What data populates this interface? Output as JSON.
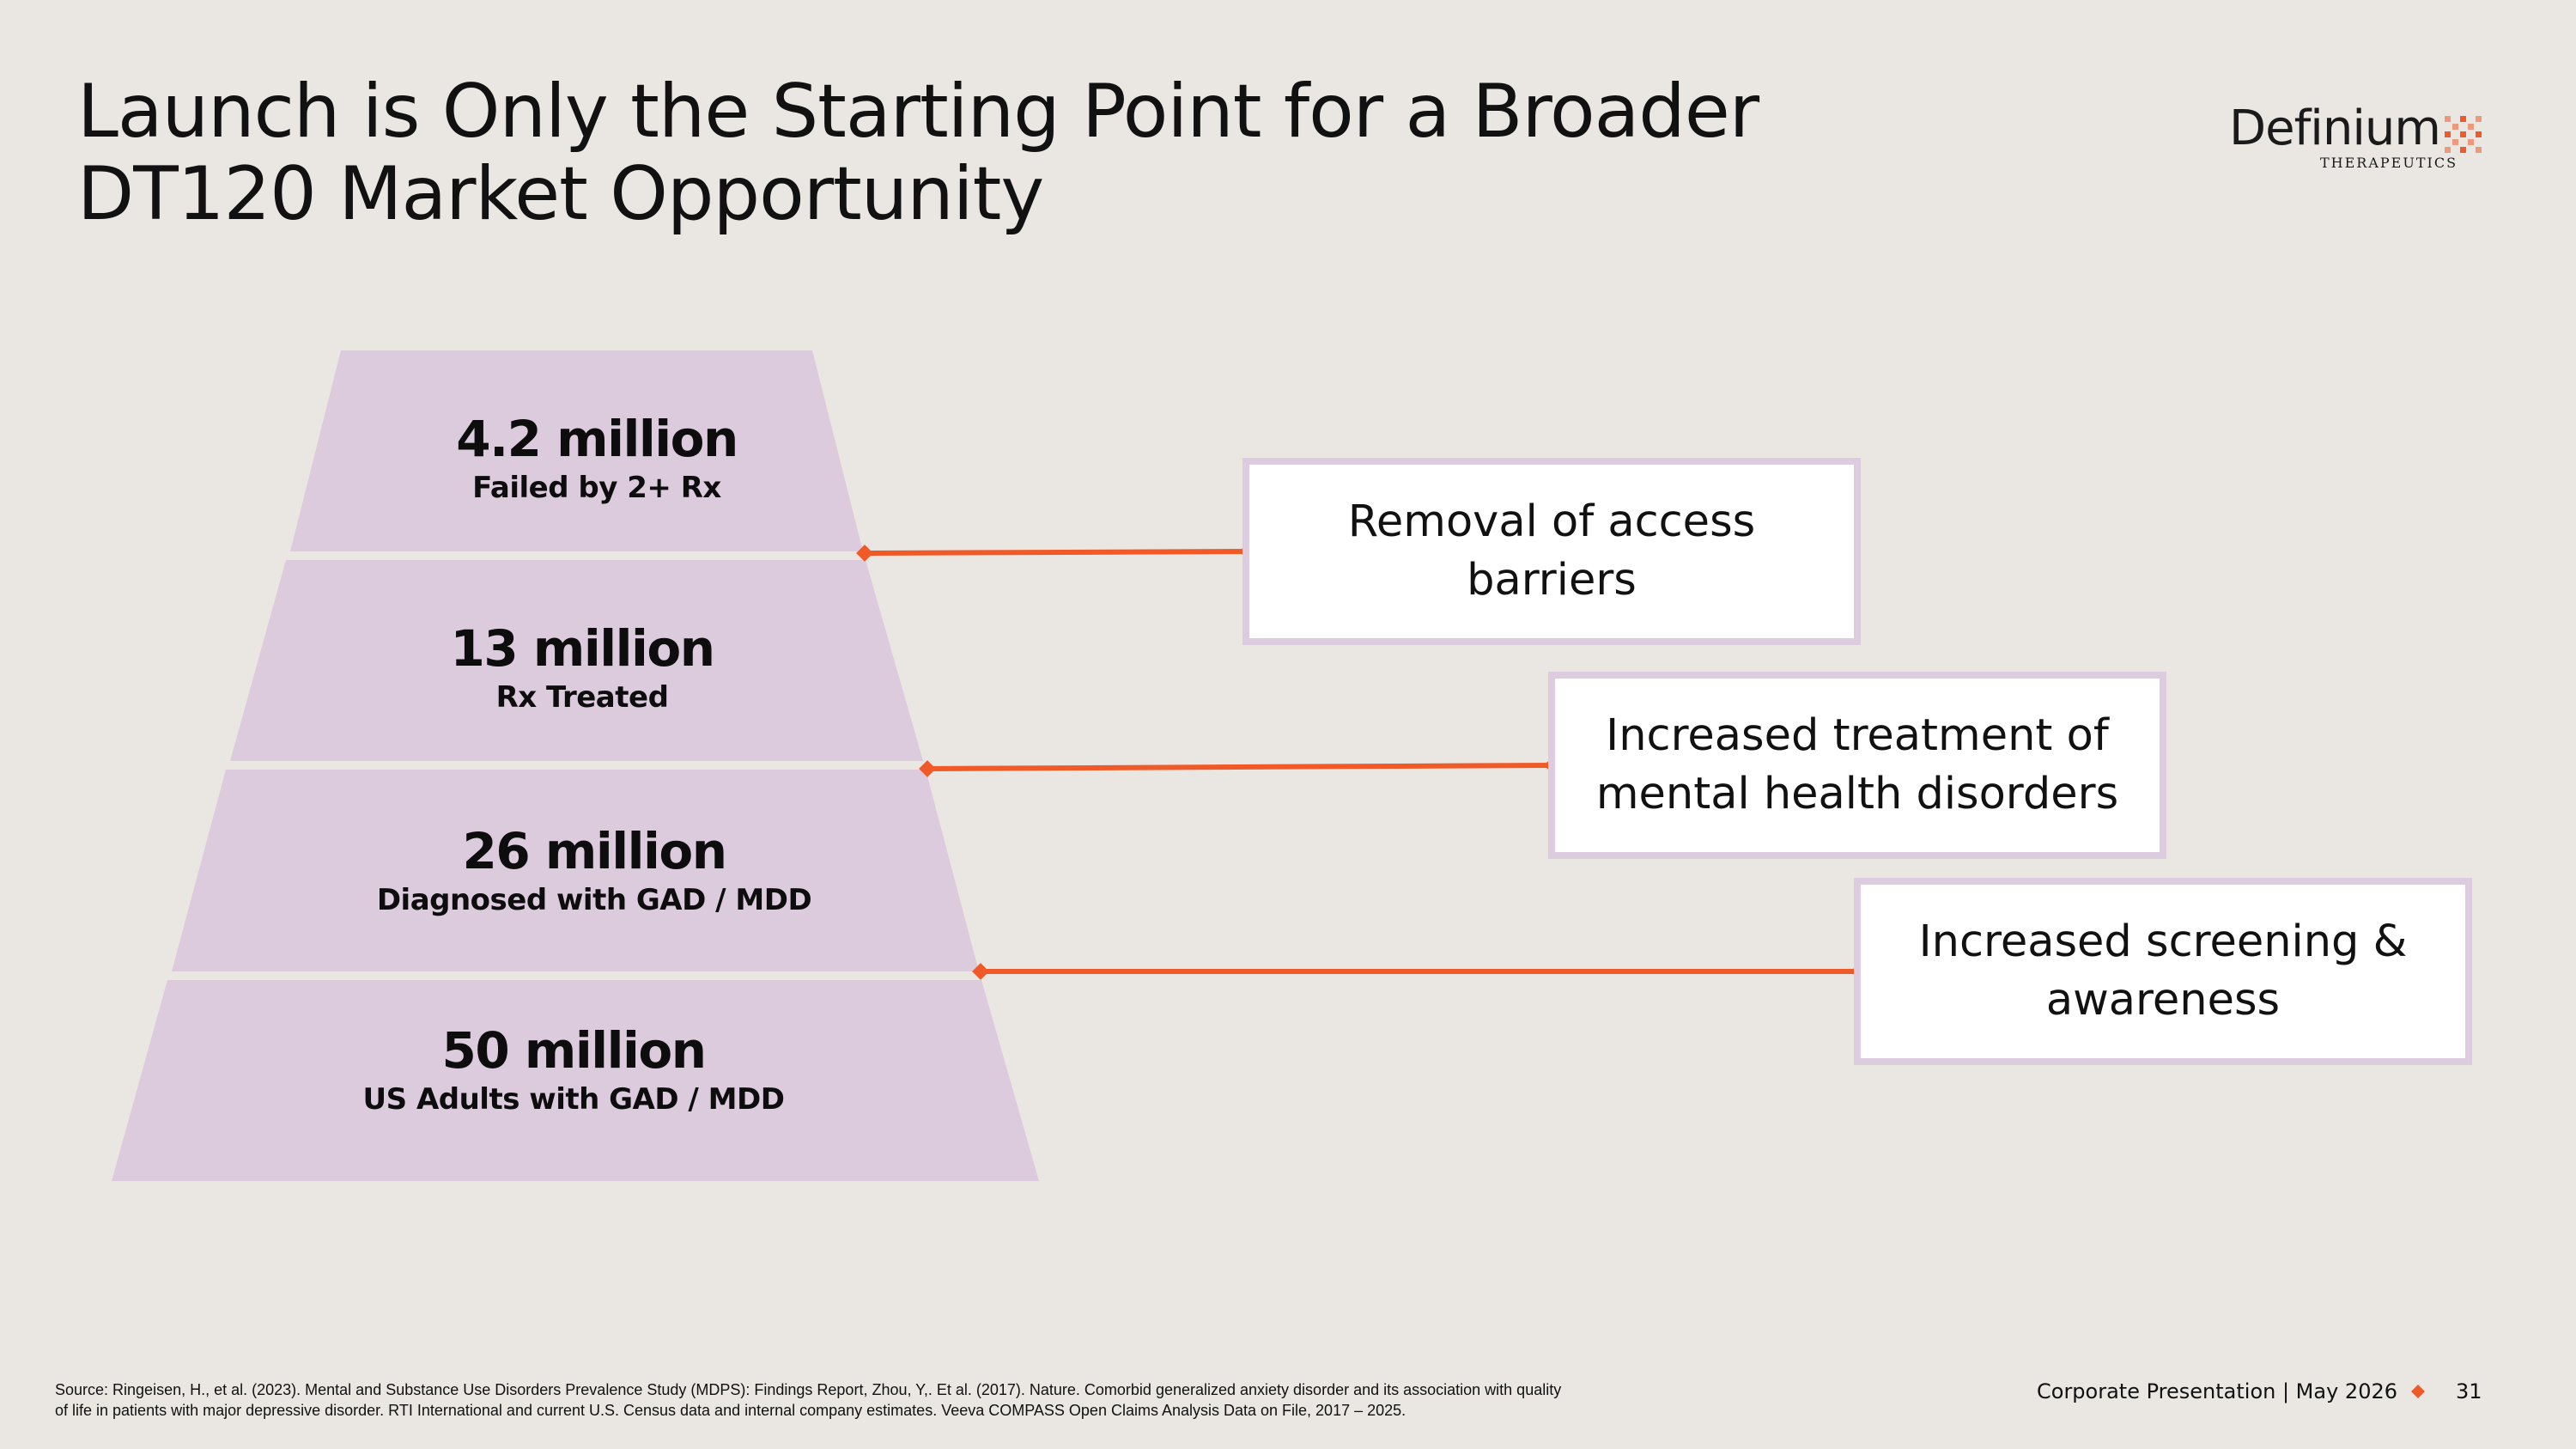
{
  "title": {
    "line1": "Launch is Only the Starting Point for a Broader",
    "line2": "DT120 Market Opportunity"
  },
  "logo": {
    "name": "Definium",
    "subtitle": "THERAPEUTICS",
    "mark_color": "#F05A28"
  },
  "funnel": {
    "fill_color": "#DCCADD",
    "tiers": [
      {
        "value": "4.2 million",
        "label": "Failed by 2+ Rx"
      },
      {
        "value": "13 million",
        "label": "Rx Treated"
      },
      {
        "value": "26 million",
        "label": "Diagnosed with GAD / MDD"
      },
      {
        "value": "50 million",
        "label": "US Adults with GAD / MDD"
      }
    ]
  },
  "drivers": {
    "connector_color": "#F05A28",
    "border_color": "#DDCBDF",
    "items": [
      {
        "line1": "Removal of access",
        "line2": "barriers"
      },
      {
        "line1": "Increased treatment of",
        "line2": "mental health disorders"
      },
      {
        "line1": "Increased screening &",
        "line2": "awareness"
      }
    ]
  },
  "footer": {
    "source_line1": "Source:  Ringeisen, H., et al. (2023). Mental and Substance Use Disorders Prevalence Study (MDPS): Findings Report,  Zhou, Y,. Et al. (2017). Nature. Comorbid generalized anxiety disorder and its association with quality",
    "source_line2": "of life in patients with major depressive disorder. RTI International and current U.S. Census data and internal company estimates. Veeva COMPASS Open Claims Analysis Data on File, 2017 – 2025.",
    "presentation": "Corporate Presentation | May 2026",
    "page_number": "31"
  }
}
